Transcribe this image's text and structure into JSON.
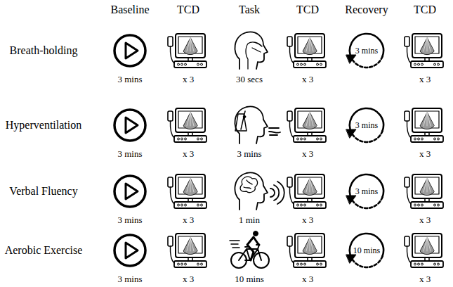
{
  "diagram": {
    "labels": [
      "Baseline",
      "TCD",
      "Task",
      "TCD",
      "Recovery",
      "TCD",
      "Breath-holding",
      "3 mins",
      "x 3",
      "30 secs",
      "x 3",
      "3 mins",
      "x 3",
      "Hyperventilation",
      "3 mins",
      "x 3",
      "3 mins",
      "x 3",
      "3 mins",
      "x 3",
      "Verbal Fluency",
      "3 mins",
      "x 3",
      "1 min",
      "x 3",
      "3 mins",
      "x 3",
      "Aerobic Exercise",
      "3 mins",
      "x 3",
      "10 mins",
      "x 3",
      "10 mins",
      "x 3"
    ]
  }
}
